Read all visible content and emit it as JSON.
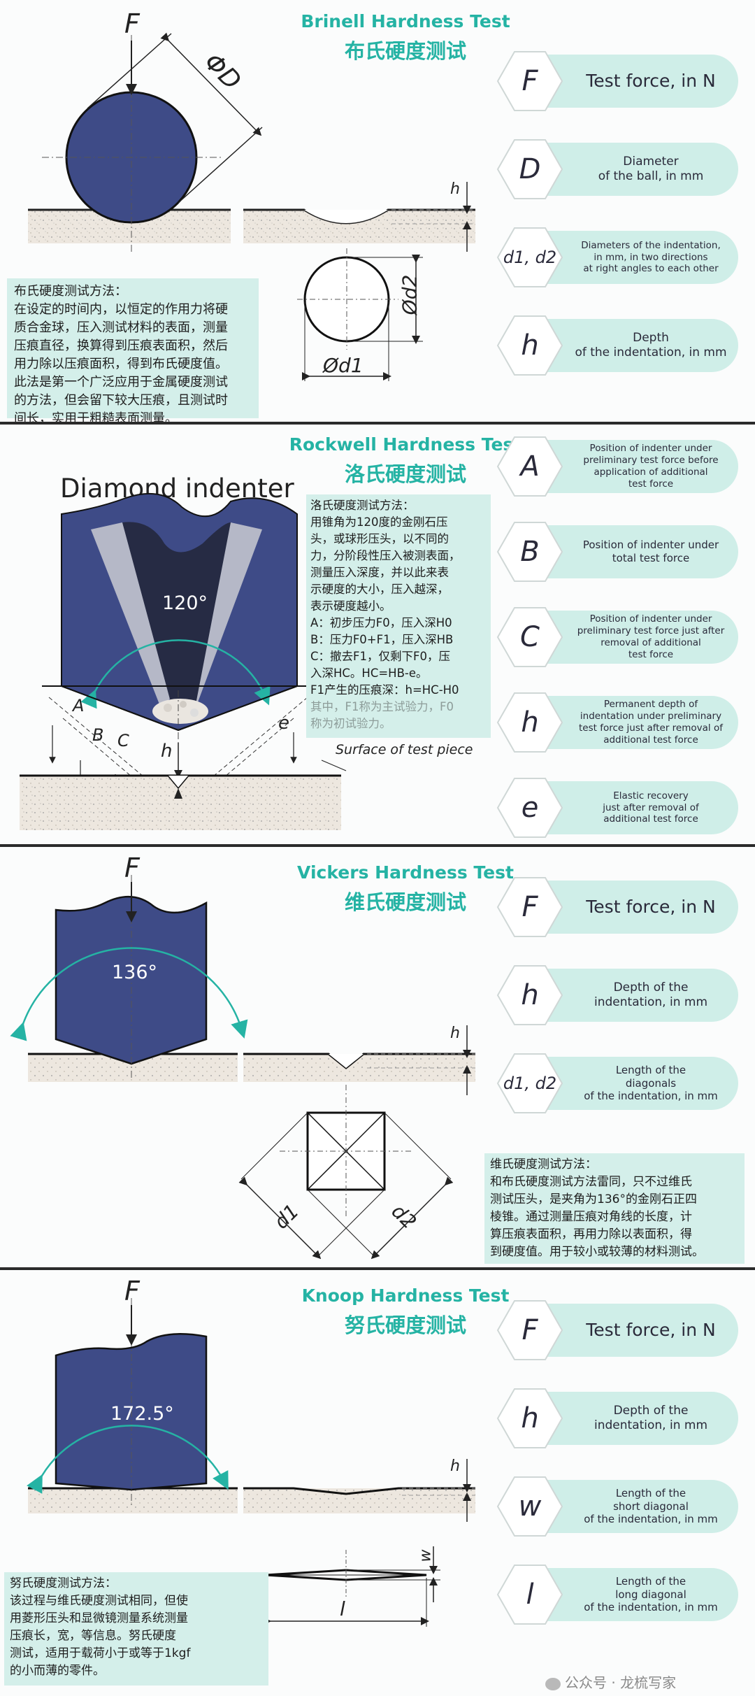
{
  "brinell": {
    "title_en": "Brinell Hardness Test",
    "title_cn": "布氏硬度测试",
    "labels": {
      "F": "F",
      "D": "ΦD",
      "h": "h",
      "d2": "Ød2",
      "d1": "Ød1"
    },
    "cards": [
      {
        "symbol": "F",
        "desc": "Test force, in N"
      },
      {
        "symbol": "D",
        "desc": "Diameter\nof the ball, in mm"
      },
      {
        "symbol": "d1, d2",
        "desc": "Diameters of the indentation,\nin mm, in two directions\nat right angles to each other"
      },
      {
        "symbol": "h",
        "desc": "Depth\nof the indentation, in mm"
      }
    ],
    "note": [
      "布氏硬度测试方法：",
      "在设定的时间内，以恒定的作用力将硬",
      "质合金球，压入测试材料的表面，测量",
      "压痕直径，换算得到压痕表面积，然后",
      "用力除以压痕面积，得到布氏硬度值。",
      "此法是第一个广泛应用于金属硬度测试",
      "的方法，但会留下较大压痕，且测试时",
      "间长，实用于粗糙表面测量。"
    ]
  },
  "rockwell": {
    "title_en": "Rockwell Hardness Test",
    "title_cn": "洛氏硬度测试",
    "indenter_label": "Diamond indenter",
    "angle": "120°",
    "labels": {
      "A": "A",
      "B": "B",
      "C": "C",
      "h": "h",
      "e": "e",
      "surface": "Surface of test piece"
    },
    "cards": [
      {
        "symbol": "A",
        "desc": "Position of indenter under\npreliminary test force before\napplication of additional\ntest force"
      },
      {
        "symbol": "B",
        "desc": "Position of indenter under\ntotal test force"
      },
      {
        "symbol": "C",
        "desc": "Position of indenter under\npreliminary test force just after\nremoval of additional\ntest force"
      },
      {
        "symbol": "h",
        "desc": "Permanent depth of\nindentation under preliminary\ntest force just after removal of\nadditional test force"
      },
      {
        "symbol": "e",
        "desc": "Elastic recovery\njust after removal of\nadditional test force"
      }
    ],
    "note": [
      "洛氏硬度测试方法：",
      "用锥角为120度的金刚石压",
      "头，或球形压头，以不同的",
      "力，分阶段性压入被测表面，",
      "测量压入深度，并以此来表",
      "示硬度的大小，压入越深，",
      "表示硬度越小。",
      "A：初步压力F0，压入深H0",
      "B：压力F0+F1，压入深HB",
      "C：撤去F1，仅剩下F0，压",
      "入深HC。HC=HB-e。",
      "F1产生的压痕深：h=HC-H0",
      "其中，F1称为主试验力，F0",
      "称为初试验力。"
    ]
  },
  "vickers": {
    "title_en": "Vickers Hardness Test",
    "title_cn": "维氏硬度测试",
    "angle": "136°",
    "labels": {
      "F": "F",
      "h": "h",
      "d1": "d1",
      "d2": "d2"
    },
    "cards": [
      {
        "symbol": "F",
        "desc": "Test force, in N"
      },
      {
        "symbol": "h",
        "desc": "Depth of the\nindentation, in mm"
      },
      {
        "symbol": "d1, d2",
        "desc": "Length of the\ndiagonals\nof the indentation, in mm"
      }
    ],
    "note": [
      "维氏硬度测试方法：",
      "和布氏硬度测试方法雷同，只不过维氏",
      "测试压头，是夹角为136°的金刚石正四",
      "棱锥。通过测量压痕对角线的长度，计",
      "算压痕表面积，再用力除以表面积，得",
      "到硬度值。用于较小或较薄的材料测试。"
    ]
  },
  "knoop": {
    "title_en": "Knoop Hardness Test",
    "title_cn": "努氏硬度测试",
    "angle": "172.5°",
    "labels": {
      "F": "F",
      "h": "h",
      "w": "w",
      "l": "l"
    },
    "cards": [
      {
        "symbol": "F",
        "desc": "Test force, in N"
      },
      {
        "symbol": "h",
        "desc": "Depth of the\nindentation, in mm"
      },
      {
        "symbol": "w",
        "desc": "Length of the\nshort diagonal\nof the indentation, in mm"
      },
      {
        "symbol": "l",
        "desc": "Length of the\nlong diagonal\nof the indentation, in mm"
      }
    ],
    "note": [
      "努氏硬度测试方法：",
      "该过程与维氏硬度测试相同，但使",
      "用菱形压头和显微镜测量系统测量",
      "压痕长，宽，等信息。努氏硬度",
      "测试，适用于载荷小于或等于1kgf",
      "的小而薄的零件。"
    ]
  },
  "watermark": "公众号 · 龙梳写家",
  "colors": {
    "accent": "#25b3a4",
    "indenter": "#3e4b87",
    "pill": "#cfeee8",
    "note": "#d4efea"
  }
}
